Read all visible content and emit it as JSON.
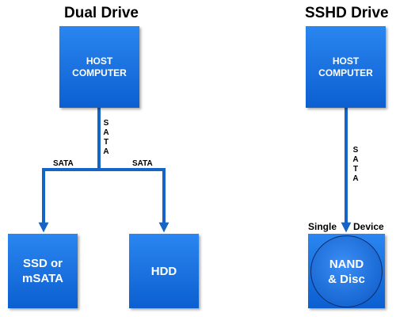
{
  "left": {
    "title": "Dual Drive",
    "host_line1": "HOST",
    "host_line2": "COMPUTER",
    "sata_vertical": "SATA",
    "sata_left": "SATA",
    "sata_right": "SATA",
    "ssd_line1": "SSD or",
    "ssd_line2": "mSATA",
    "hdd": "HDD"
  },
  "right": {
    "title": "SSHD Drive",
    "host_line1": "HOST",
    "host_line2": "COMPUTER",
    "sata_vertical": "SATA",
    "single": "Single",
    "device": "Device",
    "nand_line1": "NAND",
    "nand_line2": "& Disc"
  },
  "colors": {
    "box_blue": "#1a72e0",
    "connector_blue": "#1565c8"
  }
}
